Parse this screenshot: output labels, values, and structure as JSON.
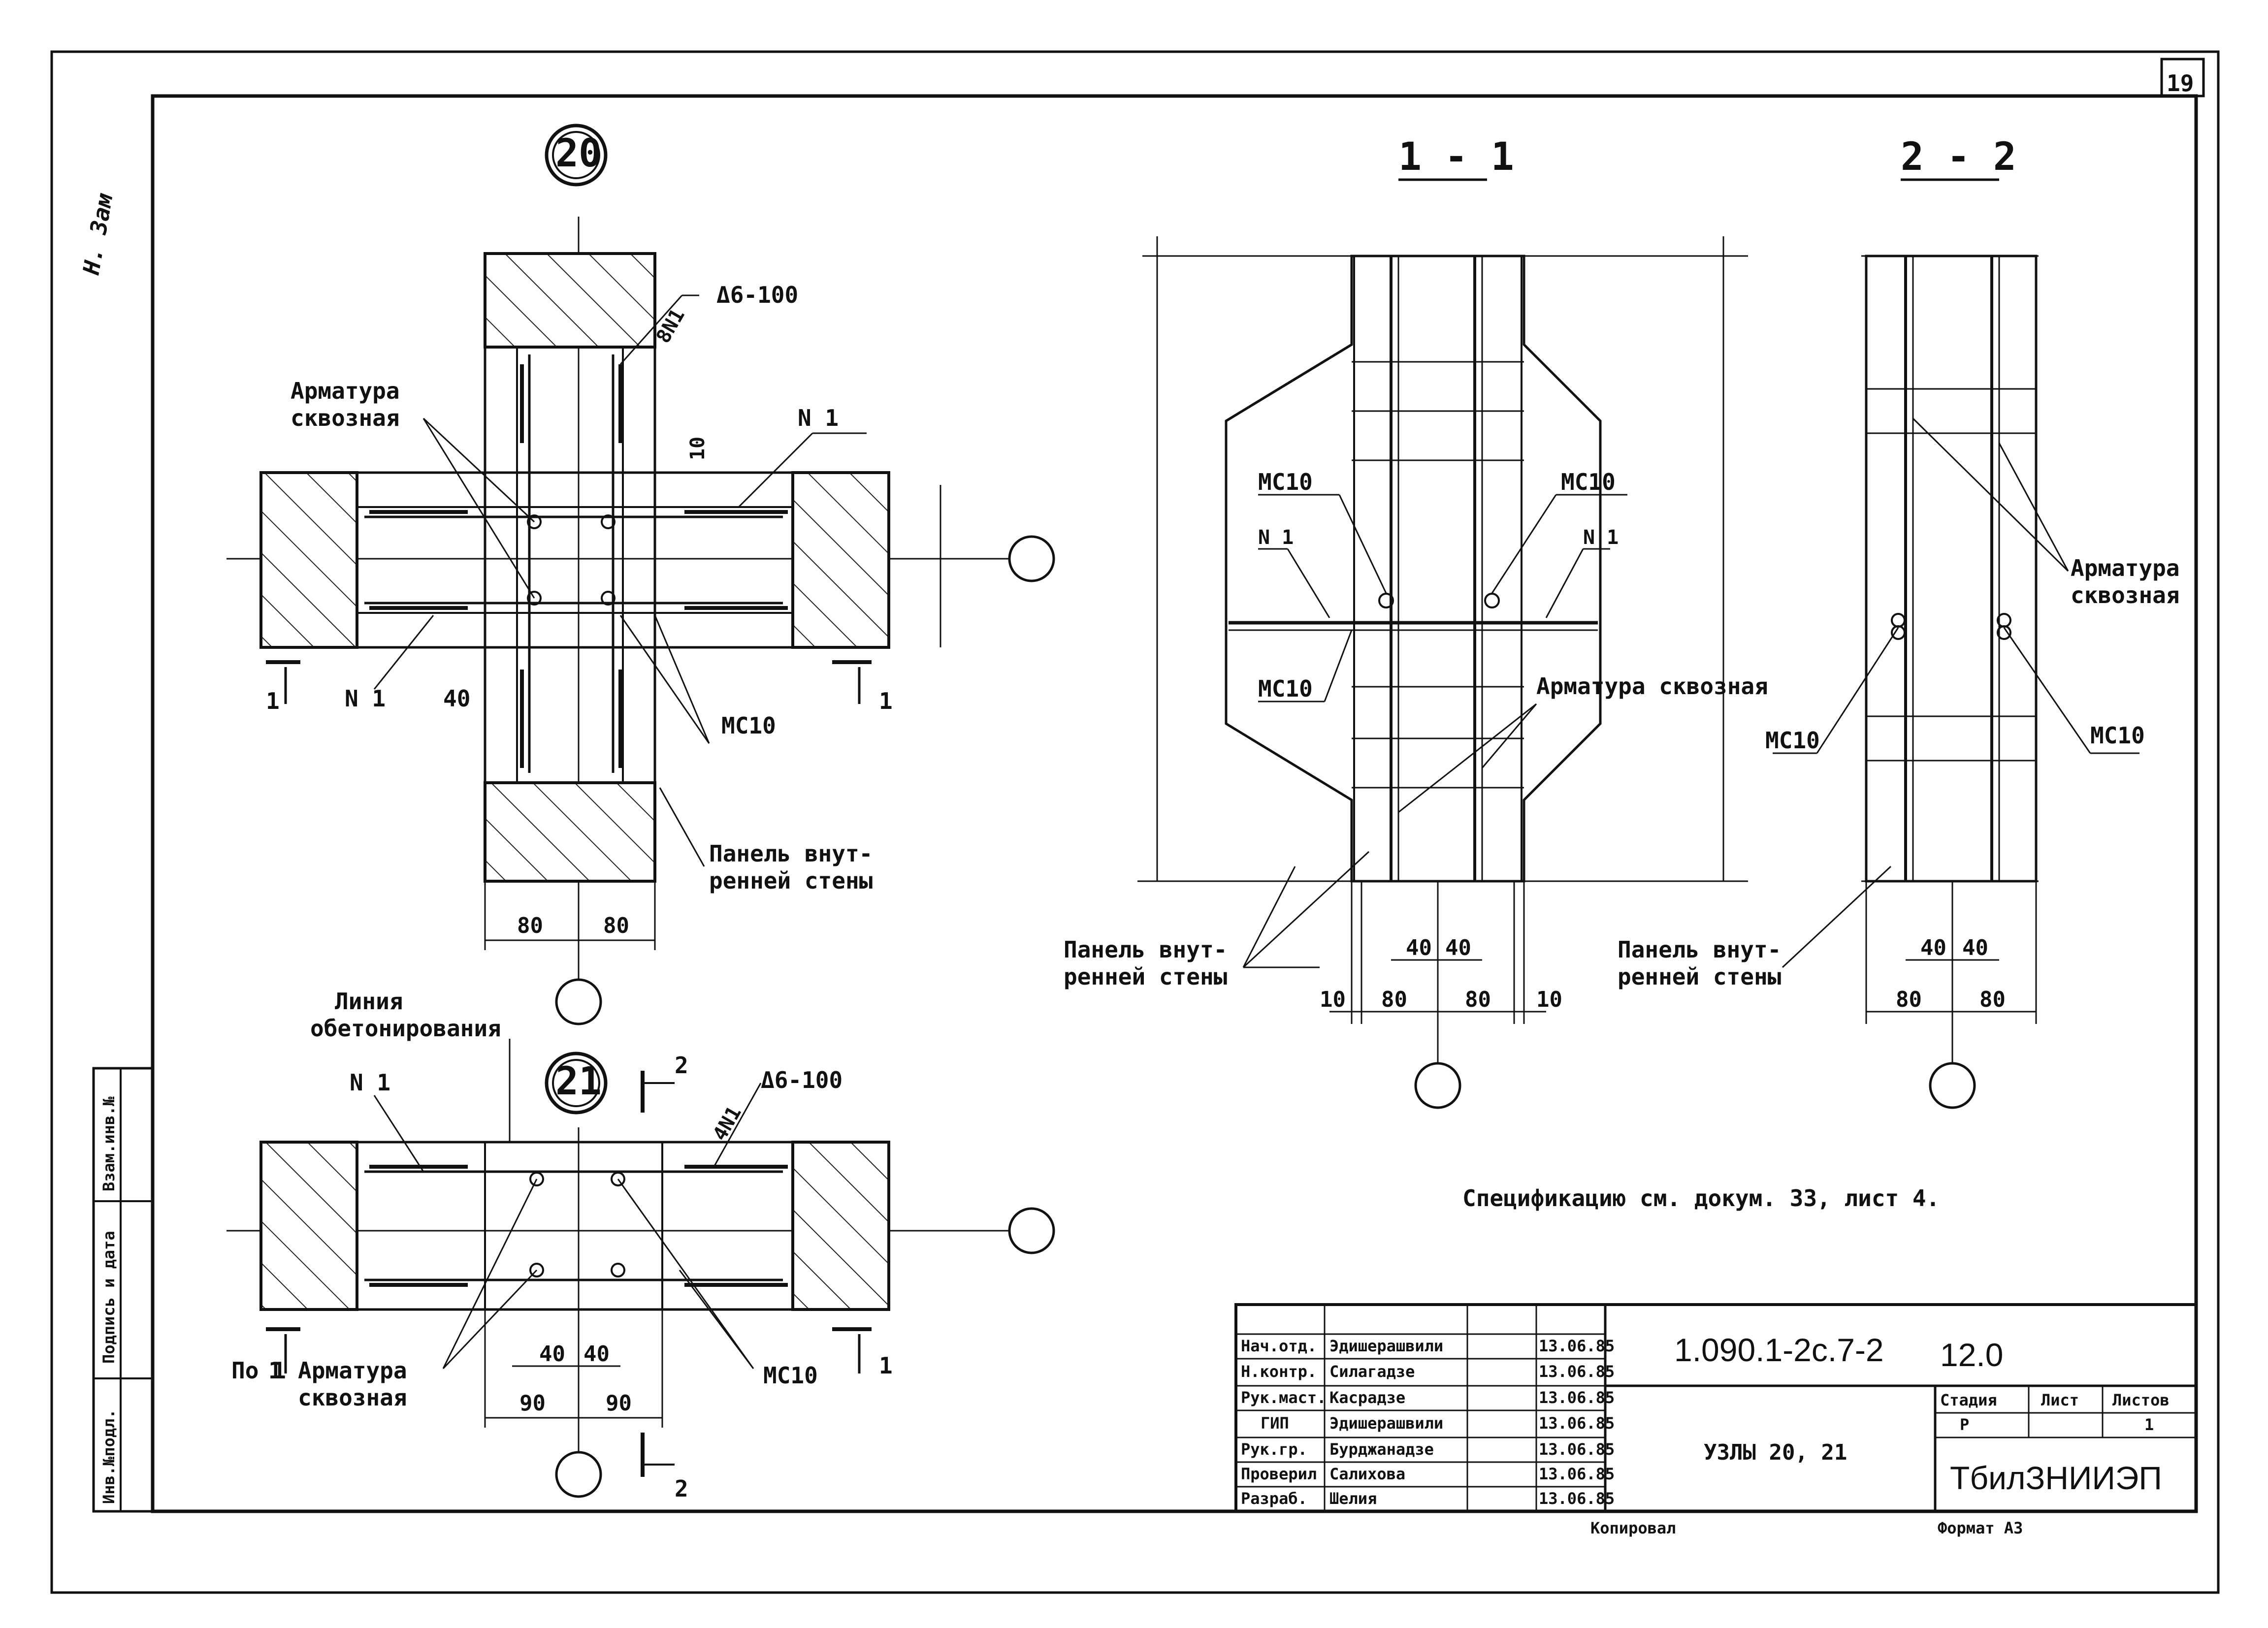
{
  "sheet_number": "19",
  "corner_signature": "Н. Зам",
  "node20": {
    "number": "20",
    "label_armatura_line1": "Арматура",
    "label_armatura_line2": "сквозная",
    "label_8n1": "8N1",
    "label_spacing": "Δ6-100",
    "label_n1_right": "N 1",
    "label_n1_left": "N 1",
    "label_mc10": "МС10",
    "label_10": "10",
    "label_40": "40",
    "label_panel_line1": "Панель внут-",
    "label_panel_line2": "ренней стены",
    "dim_80a": "80",
    "dim_80b": "80",
    "section_mark": "1"
  },
  "node21": {
    "number": "21",
    "label_concreting_line1": "Линия",
    "label_concreting_line2": "обетонирования",
    "label_n1": "N 1",
    "label_4n1": "4N1",
    "label_spacing": "Δ6-100",
    "label_armatura_line1": "Арматура",
    "label_armatura_line2": "сквозная",
    "label_mc10": "МС10",
    "label_po1": "По 1",
    "dim_40a": "40",
    "dim_40b": "40",
    "dim_90a": "90",
    "dim_90b": "90",
    "section_mark_1": "1",
    "section_mark_2": "2"
  },
  "section11": {
    "title": "1 - 1",
    "label_mc10_left": "МС10",
    "label_mc10_right": "МС10",
    "label_mc10_bottom": "МС10",
    "label_n1_left": "N 1",
    "label_n1_right": "N 1",
    "label_armatura": "Арматура сквозная",
    "label_panel_line1": "Панель внут-",
    "label_panel_line2": "ренней стены",
    "dim_40a": "40",
    "dim_40b": "40",
    "dim_10a": "10",
    "dim_80a": "80",
    "dim_80b": "80",
    "dim_10b": "10"
  },
  "section22": {
    "title": "2 - 2",
    "label_armatura_line1": "Арматура",
    "label_armatura_line2": "сквозная",
    "label_mc10_left": "МС10",
    "label_mc10_right": "МС10",
    "label_panel_line1": "Панель внут-",
    "label_panel_line2": "ренней стены",
    "dim_40a": "40",
    "dim_40b": "40",
    "dim_80a": "80",
    "dim_80b": "80"
  },
  "spec_note": "Спецификацию см. докум. 33, лист 4.",
  "side_stamp": {
    "inv": "Инв.№подл.",
    "sign": "Подпись и дата",
    "vzam": "Взам.инв.№"
  },
  "title_block": {
    "roles": [
      "Нач.отд.",
      "Н.контр.",
      "Рук.маст.",
      "ГИП",
      "Рук.гр.",
      "Проверил",
      "Разраб."
    ],
    "names": [
      "Эдишерашвили",
      "Силагадзе",
      "Касрадзе",
      "Эдишерашвили",
      "Бурджанадзе",
      "Салихова",
      "Шелия"
    ],
    "dates": [
      "13.06.85",
      "13.06.85",
      "13.06.85",
      "13.06.85",
      "13.06.85",
      "13.06.85",
      "13.06.85"
    ],
    "doc_code": "1.090.1-2с.7-2",
    "doc_suffix": "12.0",
    "sheet_title": "УЗЛЫ 20, 21",
    "stage_header": "Стадия",
    "sheet_header": "Лист",
    "sheets_header": "Листов",
    "stage_value": "Р",
    "sheets_value": "1",
    "org": "ТбилЗНИИЭП",
    "copied": "Копировал",
    "format": "Формат А3"
  }
}
